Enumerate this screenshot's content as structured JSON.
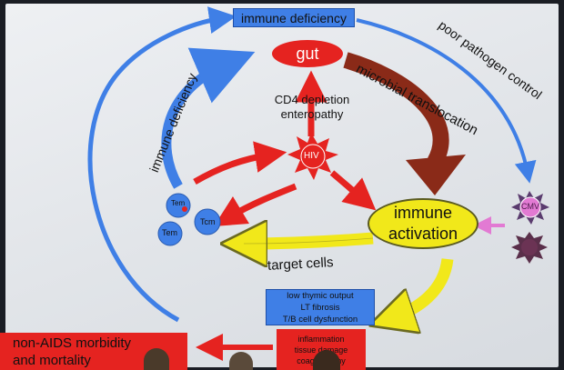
{
  "nodes": {
    "immune_deficiency_top": "immune deficiency",
    "gut": "gut",
    "hiv": "HIV",
    "immune_activation_line1": "immune",
    "immune_activation_line2": "activation",
    "cmv": "CMV",
    "tem_top": "Tem",
    "tcm": "Tcm",
    "tem_bottom": "Tem",
    "thymic_line1": "low thymic output",
    "thymic_line2": "LT fibrosis",
    "thymic_line3": "T/B cell dysfunction",
    "inflam_line1": "inflammation",
    "inflam_line2": "tissue damage",
    "inflam_line3": "coagulopathy",
    "morbidity_line1": "non-AIDS morbidity",
    "morbidity_line2": "and mortality"
  },
  "edges": {
    "cd4_line1": "CD4 depletion",
    "cd4_line2": "enteropathy",
    "microbial": "microbial translocation",
    "poor_control": "poor pathogen control",
    "immune_def_left": "immune deficiency",
    "target_cells": "target cells"
  },
  "colors": {
    "blue": "#3f7fe6",
    "red": "#e52320",
    "brown": "#8a2a18",
    "yellow": "#f1e81a",
    "pink": "#e27ad3"
  }
}
